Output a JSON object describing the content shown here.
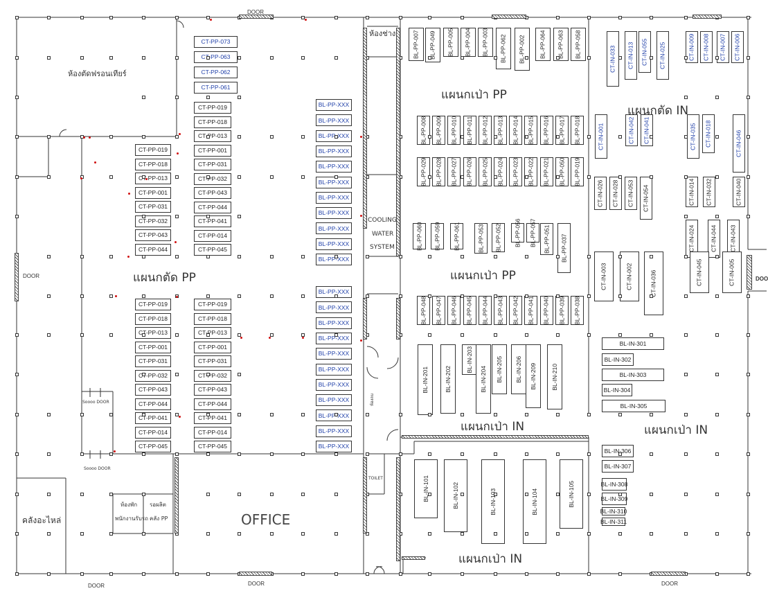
{
  "zones": {
    "cut_pp": "แผนกตัด PP",
    "blow_pp_top": "แผนกเป่า PP",
    "blow_pp_mid": "แผนกเป่า PP",
    "cut_in": "แผนกตัด IN",
    "blow_in_mid": "แผนกเป่า IN",
    "blow_in_right": "แผนกเป่า IN",
    "blow_in_bottom": "แผนกเป่า IN",
    "office": "OFFICE",
    "frontier_room": "ห้องตัดฟรอนเทียร์",
    "mechanic_room": "ห้องช่าง",
    "spare_parts": "คลังอะไหล่",
    "rest_room_line1": "ห้องพัก",
    "rest_room_line2": "พนักงานรับรถ",
    "wait_room_line1": "รอผลิต",
    "wait_room_line2": "คลัง PP",
    "toilet": "TOILET",
    "cooling_line1": "COOLING",
    "cooling_line2": "WATER",
    "cooling_line3": "SYSTEM",
    "small_door_1": "Soooo DOOR",
    "small_door_2": "Soooo DOOR",
    "tiny_note": "ห้องลม"
  },
  "doors": {
    "top": "DOOR",
    "left": "DOOR",
    "right": "DOO",
    "bottom_left": "DOOR",
    "bottom_mid": "DOOR",
    "bottom_right": "DOOR"
  },
  "colors": {
    "wall": "#333333",
    "label_blue": "#1f3fa8",
    "marker_red": "#d01010"
  },
  "machines": {
    "ct_pp_top": [
      "CT-PP-073",
      "CT-PP-063",
      "CT-PP-062",
      "CT-PP-061"
    ],
    "ct_pp_col2a": [
      "CT-PP-019",
      "CT-PP-018",
      "CT-PP-013",
      "CT-PP-001",
      "CT-PP-031",
      "CT-PP-032",
      "CT-PP-043",
      "CT-PP-044",
      "CT-PP-041",
      "CT-PP-014",
      "CT-PP-045"
    ],
    "ct_pp_col1a": [
      "CT-PP-019",
      "CT-PP-018",
      "CT-PP-013",
      "CT-PP-001",
      "CT-PP-031",
      "CT-PP-032",
      "CT-PP-043",
      "CT-PP-044"
    ],
    "ct_pp_col1b": [
      "CT-PP-019",
      "CT-PP-018",
      "CT-PP-013",
      "CT-PP-001",
      "CT-PP-031",
      "CT-PP-032",
      "CT-PP-043",
      "CT-PP-044",
      "CT-PP-041",
      "CT-PP-014",
      "CT-PP-045"
    ],
    "ct_pp_col2b": [
      "CT-PP-019",
      "CT-PP-018",
      "CT-PP-013",
      "CT-PP-001",
      "CT-PP-031",
      "CT-PP-032",
      "CT-PP-043",
      "CT-PP-044",
      "CT-PP-041",
      "CT-PP-014",
      "CT-PP-045"
    ],
    "bl_pp_xxx": "BL-PP-XXX",
    "bl_pp_row1": [
      "BL-PP-007",
      "BL-PP-049",
      "BL-PP-005",
      "BL-PP-004",
      "BL-PP-003",
      "BL-PP-062",
      "BL-PP-002",
      "BL-PP-064",
      "BL-PP-063",
      "BL-PP-058"
    ],
    "bl_pp_row2": [
      "BL-PP-008",
      "BL-PP-009",
      "BL-PP-010",
      "BL-PP-011",
      "BL-PP-012",
      "BL-PP-013",
      "BL-PP-014",
      "BL-PP-015",
      "BL-PP-016",
      "BL-PP-017",
      "BL-PP-018"
    ],
    "bl_pp_row3": [
      "BL-PP-029",
      "BL-PP-028",
      "BL-PP-027",
      "BL-PP-026",
      "BL-PP-025",
      "BL-PP-024",
      "BL-PP-023",
      "BL-PP-022",
      "BL-PP-021",
      "BL-PP-050",
      "BL-PP-019"
    ],
    "bl_pp_row4": [
      "BL-PP-060",
      "BL-PP-059",
      "BL-PP-061",
      "BL-PP-053",
      "BL-PP-052",
      "BL-PP-056",
      "BL-PP-057",
      "BL-PP-051",
      "BL-PP-037"
    ],
    "bl_pp_row5": [
      "BL-PP-048",
      "BL-PP-047",
      "BL-PP-046",
      "BL-PP-045",
      "BL-PP-044",
      "BL-PP-043",
      "BL-PP-042",
      "BL-PP-041",
      "BL-PP-040",
      "BL-PP-039",
      "BL-PP-038"
    ],
    "bl_in_row200": [
      "BL-IN-201",
      "BL-IN-202",
      "BL-IN-203",
      "BL-IN-204",
      "BL-IN-205",
      "BL-IN-206",
      "BL-IN-209",
      "BL-IN-210"
    ],
    "bl_in_row100": [
      "BL-IN-101",
      "BL-IN-102",
      "BL-IN-103",
      "BL-IN-104",
      "BL-IN-105"
    ],
    "bl_in_300": [
      "BL-IN-301",
      "BL-IN-302",
      "BL-IN-303",
      "BL-IN-304",
      "BL-IN-305",
      "BL-IN-306",
      "BL-IN-307",
      "BL-IN-308",
      "BL-IN-309",
      "BL-IN-310",
      "BL-IN-311"
    ],
    "ct_in_top": [
      "CT-IN-033",
      "CT-IN-013",
      "CT-IN-055",
      "CT-IN-025",
      "CT-IN-009",
      "CT-IN-008",
      "CT-IN-007",
      "CT-IN-006"
    ],
    "ct_in_mid": [
      "CT-IN-001",
      "CT-IN-042",
      "CT-IN-041",
      "CT-IN-035",
      "CT-IN-018",
      "CT-IN-046"
    ],
    "ct_in_low": [
      "CT-IN-026",
      "CT-IN-028",
      "CT-IN-053",
      "CT-IN-054",
      "CT-IN-014",
      "CT-IN-032",
      "CT-IN-040"
    ],
    "ct_in_low2": [
      "CT-IN-024",
      "CT-IN-044",
      "CT-IN-043"
    ],
    "ct_in_bottom": [
      "CT-IN-003",
      "CT-IN-002",
      "CT-IN-036",
      "CT-IN-045",
      "CT-IN-005"
    ]
  }
}
